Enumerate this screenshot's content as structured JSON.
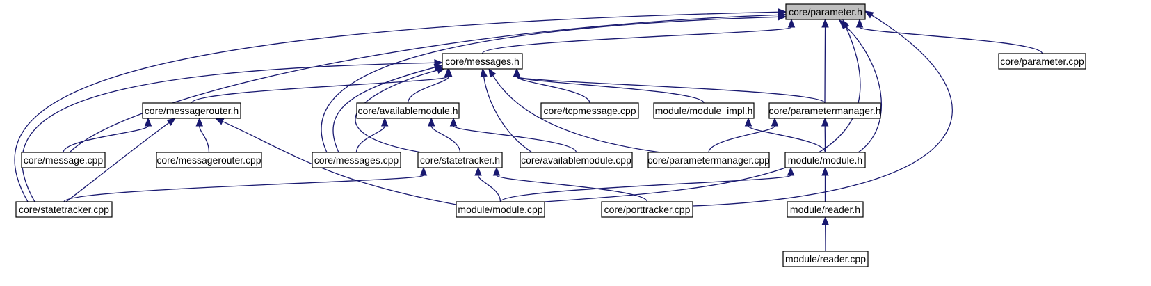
{
  "diagram": {
    "colors": {
      "edge": "#191970",
      "node_border": "#000000",
      "root_fill": "#bfbfbf",
      "node_fill": "#ffffff"
    },
    "nodes": [
      {
        "id": "parameter_h",
        "label": "core/parameter.h",
        "root": true
      },
      {
        "id": "messages_h",
        "label": "core/messages.h"
      },
      {
        "id": "parameter_cpp",
        "label": "core/parameter.cpp"
      },
      {
        "id": "messagerouter_h",
        "label": "core/messagerouter.h"
      },
      {
        "id": "availablemodule_h",
        "label": "core/availablemodule.h"
      },
      {
        "id": "tcpmessage_cpp",
        "label": "core/tcpmessage.cpp"
      },
      {
        "id": "module_impl_h",
        "label": "module/module_impl.h"
      },
      {
        "id": "parametermanager_h",
        "label": "core/parametermanager.h"
      },
      {
        "id": "message_cpp",
        "label": "core/message.cpp"
      },
      {
        "id": "messagerouter_cpp",
        "label": "core/messagerouter.cpp"
      },
      {
        "id": "messages_cpp",
        "label": "core/messages.cpp"
      },
      {
        "id": "statetracker_h",
        "label": "core/statetracker.h"
      },
      {
        "id": "availablemodule_cpp",
        "label": "core/availablemodule.cpp"
      },
      {
        "id": "parametermanager_cpp",
        "label": "core/parametermanager.cpp"
      },
      {
        "id": "module_h",
        "label": "module/module.h"
      },
      {
        "id": "statetracker_cpp",
        "label": "core/statetracker.cpp"
      },
      {
        "id": "module_cpp",
        "label": "module/module.cpp"
      },
      {
        "id": "porttracker_cpp",
        "label": "core/porttracker.cpp"
      },
      {
        "id": "reader_h",
        "label": "module/reader.h"
      },
      {
        "id": "reader_cpp",
        "label": "module/reader.cpp"
      }
    ],
    "edges": [
      {
        "from": "messages_h",
        "to": "parameter_h"
      },
      {
        "from": "parameter_cpp",
        "to": "parameter_h"
      },
      {
        "from": "parametermanager_h",
        "to": "parameter_h"
      },
      {
        "from": "module_h",
        "to": "parameter_h"
      },
      {
        "from": "module_cpp",
        "to": "parameter_h"
      },
      {
        "from": "porttracker_cpp",
        "to": "parameter_h"
      },
      {
        "from": "statetracker_cpp",
        "to": "parameter_h"
      },
      {
        "from": "message_cpp",
        "to": "parameter_h"
      },
      {
        "from": "messages_cpp",
        "to": "parameter_h"
      },
      {
        "from": "messagerouter_h",
        "to": "messages_h"
      },
      {
        "from": "availablemodule_h",
        "to": "messages_h"
      },
      {
        "from": "tcpmessage_cpp",
        "to": "messages_h"
      },
      {
        "from": "module_impl_h",
        "to": "messages_h"
      },
      {
        "from": "parametermanager_h",
        "to": "messages_h"
      },
      {
        "from": "messages_cpp",
        "to": "messages_h"
      },
      {
        "from": "statetracker_h",
        "to": "messages_h"
      },
      {
        "from": "availablemodule_cpp",
        "to": "messages_h"
      },
      {
        "from": "parametermanager_cpp",
        "to": "messages_h"
      },
      {
        "from": "statetracker_cpp",
        "to": "messages_h"
      },
      {
        "from": "message_cpp",
        "to": "messagerouter_h"
      },
      {
        "from": "messagerouter_cpp",
        "to": "messagerouter_h"
      },
      {
        "from": "statetracker_cpp",
        "to": "messagerouter_h"
      },
      {
        "from": "module_cpp",
        "to": "messagerouter_h"
      },
      {
        "from": "messages_cpp",
        "to": "availablemodule_h"
      },
      {
        "from": "statetracker_h",
        "to": "availablemodule_h"
      },
      {
        "from": "availablemodule_cpp",
        "to": "availablemodule_h"
      },
      {
        "from": "module_h",
        "to": "module_impl_h"
      },
      {
        "from": "parametermanager_cpp",
        "to": "parametermanager_h"
      },
      {
        "from": "module_h",
        "to": "parametermanager_h"
      },
      {
        "from": "statetracker_cpp",
        "to": "statetracker_h"
      },
      {
        "from": "module_cpp",
        "to": "statetracker_h"
      },
      {
        "from": "porttracker_cpp",
        "to": "statetracker_h"
      },
      {
        "from": "module_cpp",
        "to": "module_h"
      },
      {
        "from": "reader_h",
        "to": "module_h"
      },
      {
        "from": "reader_cpp",
        "to": "reader_h"
      }
    ]
  }
}
